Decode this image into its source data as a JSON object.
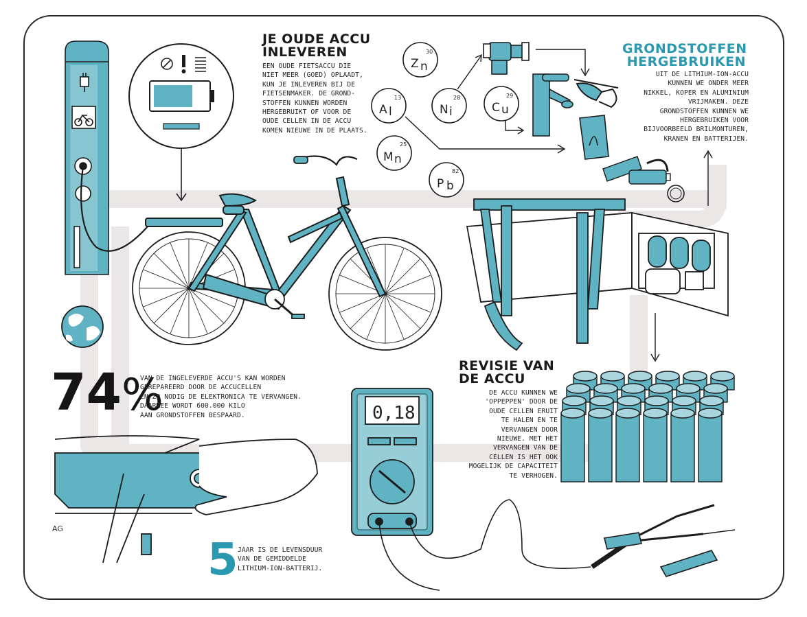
{
  "palette": {
    "teal": "#5fb3c2",
    "teal_dark": "#2a98ae",
    "path_grey": "#ece7e7",
    "ink": "#1c1c1c"
  },
  "inleveren": {
    "title_lines": [
      "JE OUDE ACCU",
      "INLEVEREN"
    ],
    "body_lines": [
      "EEN OUDE FIETSACCU DIE",
      "NIET MEER (GOED) OPLAADT,",
      "KUN JE INLEVEREN BIJ DE",
      "FIETSENMAKER. DE GROND-",
      "STOFFEN KUNNEN WORDEN",
      "HERGEBRUIKT OF VOOR DE",
      "OUDE CELLEN IN DE ACCU",
      "KOMEN NIEUWE IN DE PLAATS."
    ]
  },
  "grondstoffen": {
    "title_lines": [
      "GRONDSTOFFEN",
      "HERGEBRUIKEN"
    ],
    "body_lines": [
      "UIT DE LITHIUM-ION-ACCU",
      "KUNNEN WE ONDER MEER",
      "NIKKEL, KOPER EN ALUMINIUM",
      "VRIJMAKEN. DEZE",
      "GRONDSTOFFEN KUNNEN WE",
      "HERGEBRUIKEN VOOR",
      "BIJVOORBEELD BRILMONTUREN,",
      "KRANEN EN BATTERIJEN."
    ]
  },
  "revisie": {
    "title_lines": [
      "REVISIE VAN",
      "DE ACCU"
    ],
    "body_lines": [
      "DE ACCU KUNNEN WE",
      "'OPPEPPEN' DOOR DE",
      "OUDE CELLEN ERUIT",
      "TE HALEN EN TE",
      "VERVANGEN DOOR",
      "NIEUWE. MET HET",
      "VERVANGEN VAN DE",
      "CELLEN IS HET OOK",
      "MOGELIJK DE CAPACITEIT",
      "TE VERHOGEN."
    ]
  },
  "stat_repair": {
    "value": "74",
    "unit": "%",
    "body_lines": [
      "VAN DE INGELEVERDE ACCU'S KAN WORDEN",
      "GEREPAREERD DOOR DE ACCUCELLEN",
      "EN ZO NODIG DE ELEKTRONICA TE VERVANGEN.",
      "DAARMEE WORDT 600.000 KILO",
      "AAN GRONDSTOFFEN BESPAARD."
    ]
  },
  "stat_lifespan": {
    "value": "5",
    "body_lines": [
      "JAAR IS DE LEVENSDUUR",
      "VAN DE GEMIDDELDE",
      "LITHIUM-ION-BATTERIJ."
    ]
  },
  "elements": [
    {
      "symbol_a": "Z",
      "symbol_b": "n",
      "number": "30"
    },
    {
      "symbol_a": "A",
      "symbol_b": "l",
      "number": "13"
    },
    {
      "symbol_a": "N",
      "symbol_b": "i",
      "number": "28"
    },
    {
      "symbol_a": "C",
      "symbol_b": "u",
      "number": "29"
    },
    {
      "symbol_a": "M",
      "symbol_b": "n",
      "number": "25"
    },
    {
      "symbol_a": "P",
      "symbol_b": "b",
      "number": "82"
    }
  ],
  "multimeter": {
    "reading": "0,18"
  },
  "signature": "AG"
}
